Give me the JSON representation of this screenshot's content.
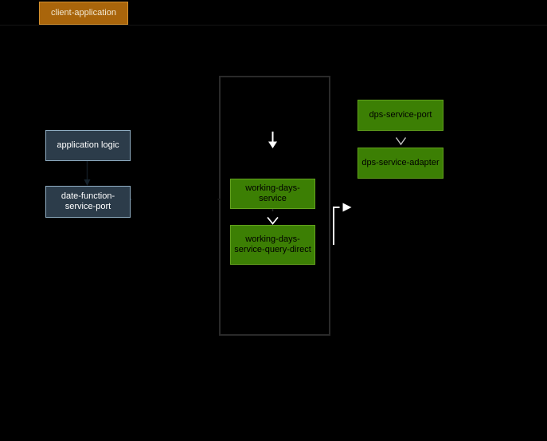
{
  "diagram": {
    "background_color": "#000000",
    "boxes": {
      "client_application": {
        "label": "client-application",
        "fill": "#a9650b",
        "border": "#d18f2f",
        "text_color": "#f3e9d2"
      },
      "application_logic": {
        "label": "application logic",
        "fill": "#2c3c4a",
        "border": "#91afc4",
        "text_color": "#ffffff"
      },
      "date_function_service_port": {
        "label": "date-function-service-port",
        "fill": "#2c3c4a",
        "border": "#91afc4",
        "text_color": "#ffffff"
      },
      "working_days_service": {
        "label": "working-days-service",
        "fill": "#3c7f04",
        "border": "#63a31d",
        "text_color": "#000000"
      },
      "working_days_service_query_direct": {
        "label": "working-days-service-query-direct",
        "fill": "#3c7f04",
        "border": "#63a31d",
        "text_color": "#000000"
      },
      "dps_service_port": {
        "label": "dps-service-port",
        "fill": "#3c7f04",
        "border": "#63a31d",
        "text_color": "#000000"
      },
      "dps_service_adapter": {
        "label": "dps-service-adapter",
        "fill": "#3c7f04",
        "border": "#63a31d",
        "text_color": "#000000"
      }
    },
    "boundary": {
      "border_color": "#2a2a2a"
    },
    "edges": [
      {
        "name": "boundary-entry-arrow",
        "style": "solid-line-filled-head",
        "color": "#ffffff",
        "direction": "down"
      },
      {
        "name": "working-days-service-to-query-direct",
        "style": "open-chevron-head",
        "color": "#ffffff",
        "direction": "down"
      },
      {
        "name": "dps-service-port-to-dps-service-adapter",
        "style": "open-chevron-head",
        "color": "#c4c4c4",
        "direction": "down"
      },
      {
        "name": "query-direct-elbow-right",
        "style": "solid-elbow-filled-head",
        "color": "#ffffff",
        "direction": "up-then-right"
      },
      {
        "name": "application-logic-to-date-function-service-port",
        "style": "faint-dark-arrow",
        "color": "#16222c",
        "direction": "down"
      }
    ]
  }
}
